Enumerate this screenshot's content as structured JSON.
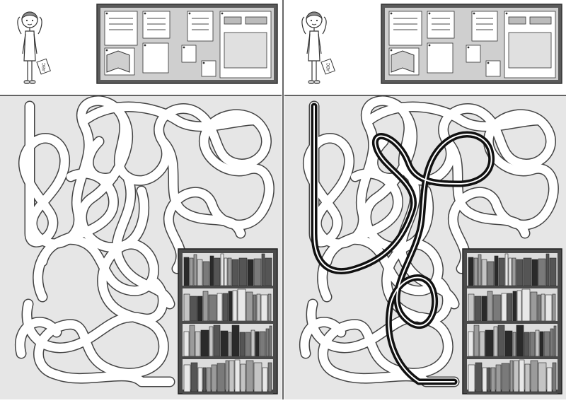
{
  "puzzle": {
    "panels": [
      {
        "id": "unsolved",
        "solution_shown": false
      },
      {
        "id": "solved",
        "solution_shown": true
      }
    ],
    "book_label": "ABC",
    "colors": {
      "wall": "#e6e6e6",
      "board_frame": "#5a5a5a",
      "cork": "#cfcfcf",
      "path_outline": "#444444",
      "path_fill": "#ffffff",
      "solution": "#111111",
      "shelf_frame": "#4a4a4a",
      "book_tones": [
        "#2a2a2a",
        "#555555",
        "#7a7a7a",
        "#9b9b9b",
        "#c4c4c4",
        "#e8e8e8"
      ]
    },
    "icons": [
      "girl-icon",
      "bulletin-board-icon",
      "bookshelf-icon",
      "book-icon"
    ]
  }
}
